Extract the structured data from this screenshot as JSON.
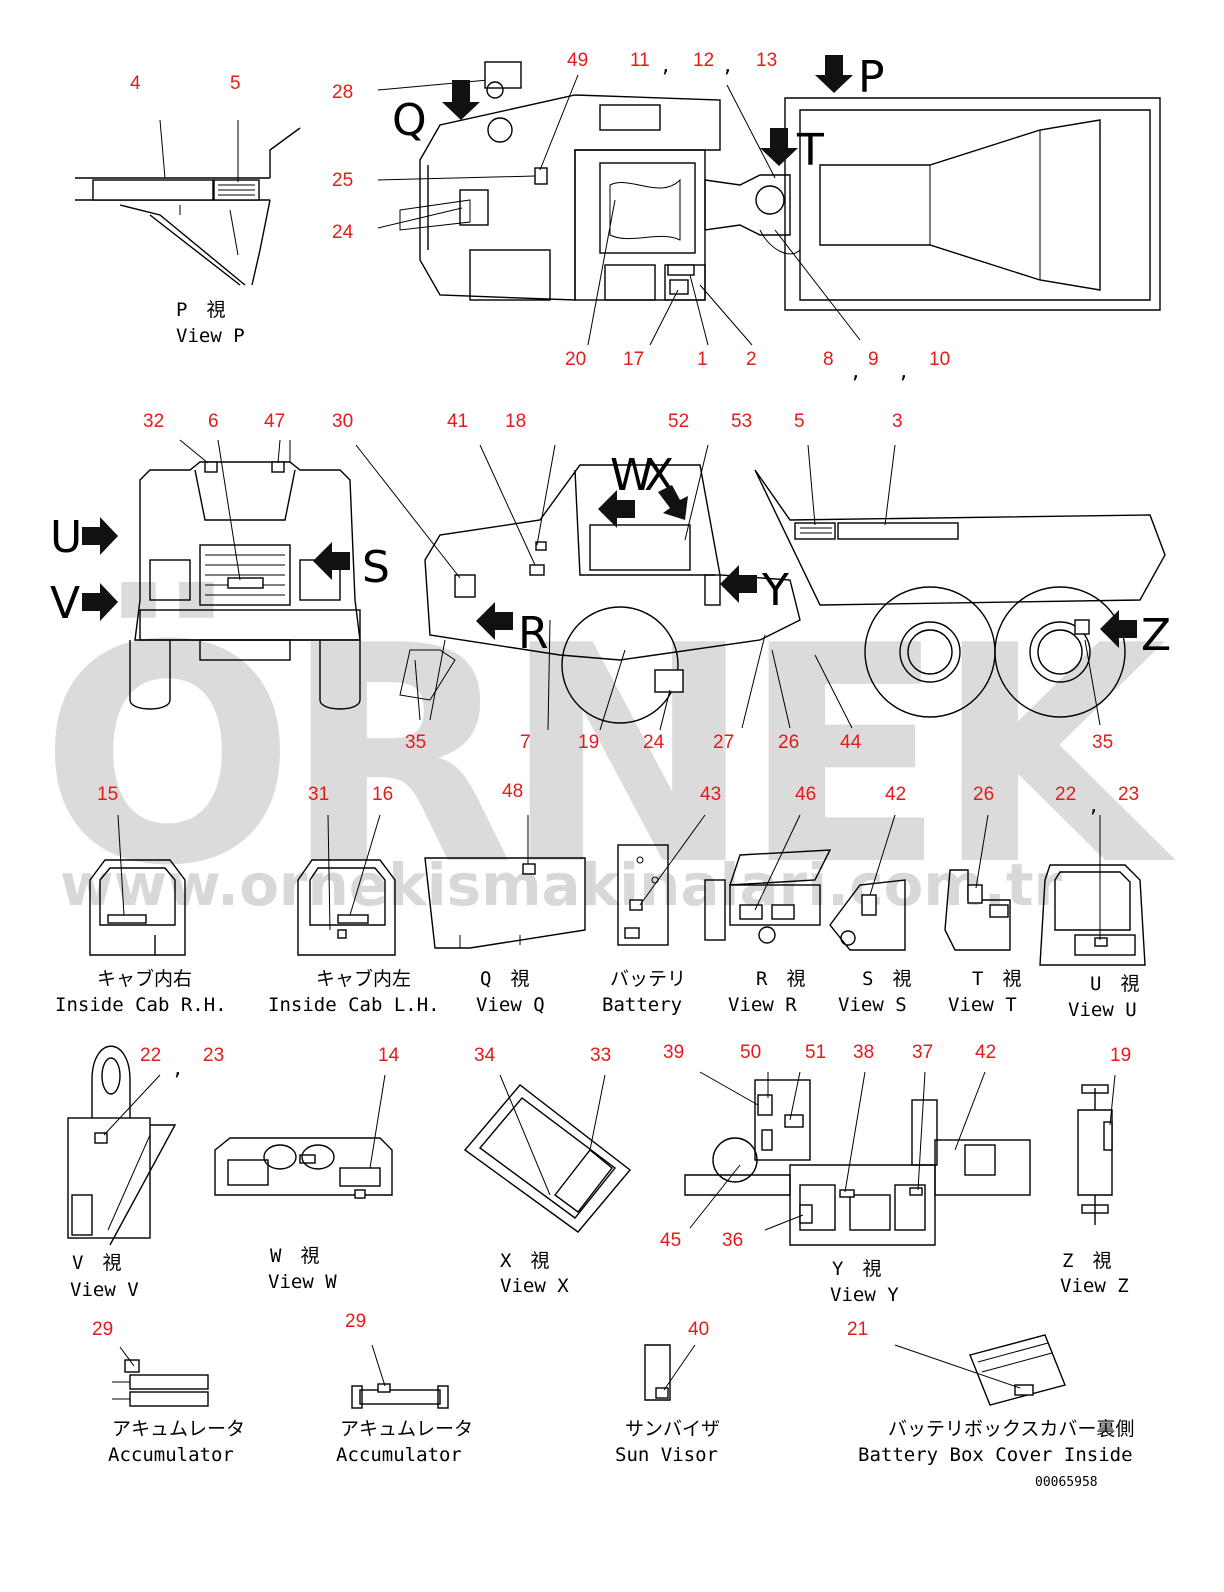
{
  "watermark": {
    "brand": "ÖRNEK",
    "url": "www.ornekismakinalari.com.tr"
  },
  "drawing_code": "00065958",
  "view_letters": [
    "P",
    "Q",
    "T",
    "U",
    "V",
    "S",
    "R",
    "W",
    "X",
    "Y",
    "Z"
  ],
  "callouts": {
    "c4": "4",
    "c5a": "5",
    "c28": "28",
    "c49": "49",
    "c11": "11",
    "c12": "12",
    "c13": "13",
    "c25": "25",
    "c24a": "24",
    "c20": "20",
    "c17": "17",
    "c1": "1",
    "c2": "2",
    "c8": "8",
    "c9": "9",
    "c10": "10",
    "c32": "32",
    "c6": "6",
    "c47": "47",
    "c30": "30",
    "c41": "41",
    "c18": "18",
    "c52": "52",
    "c53": "53",
    "c5b": "5",
    "c3": "3",
    "c35a": "35",
    "c7": "7",
    "c19a": "19",
    "c24b": "24",
    "c27": "27",
    "c26a": "26",
    "c44": "44",
    "c35b": "35",
    "c15": "15",
    "c31": "31",
    "c16": "16",
    "c48": "48",
    "c43": "43",
    "c46": "46",
    "c42a": "42",
    "c26b": "26",
    "c22a": "22",
    "c23a": "23",
    "c22b": "22",
    "c23b": "23",
    "c14": "14",
    "c34": "34",
    "c33": "33",
    "c39": "39",
    "c50": "50",
    "c51": "51",
    "c38": "38",
    "c37": "37",
    "c42b": "42",
    "c19b": "19",
    "c45": "45",
    "c36": "36",
    "c29a": "29",
    "c29b": "29",
    "c40": "40",
    "c21": "21"
  },
  "captions": {
    "view_p_jp": "P　視",
    "view_p_en": "View P",
    "cab_rh_jp": "キャブ内右",
    "cab_rh_en": "Inside Cab R.H.",
    "cab_lh_jp": "キャブ内左",
    "cab_lh_en": "Inside Cab L.H.",
    "view_q_jp": "Q　視",
    "view_q_en": "View Q",
    "battery_jp": "バッテリ",
    "battery_en": "Battery",
    "view_r_jp": "R　視",
    "view_r_en": "View R",
    "view_s_jp": "S　視",
    "view_s_en": "View S",
    "view_t_jp": "T　視",
    "view_t_en": "View T",
    "view_u_jp": "U　視",
    "view_u_en": "View U",
    "view_v_jp": "V　視",
    "view_v_en": "View V",
    "view_w_jp": "W　視",
    "view_w_en": "View W",
    "view_x_jp": "X　視",
    "view_x_en": "View X",
    "view_y_jp": "Y　視",
    "view_y_en": "View Y",
    "view_z_jp": "Z　視",
    "view_z_en": "View Z",
    "acc1_jp": "アキュムレータ",
    "acc1_en": "Accumulator",
    "acc2_jp": "アキュムレータ",
    "acc2_en": "Accumulator",
    "visor_jp": "サンバイザ",
    "visor_en": "Sun Visor",
    "bbc_jp": "バッテリボックスカバー裏側",
    "bbc_en": "Battery Box Cover Inside"
  }
}
